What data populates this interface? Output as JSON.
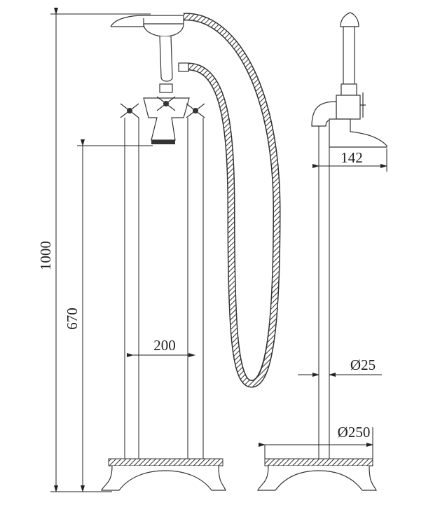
{
  "drawing": {
    "dimensions": {
      "total_height": "1000",
      "spout_height": "670",
      "pipe_spacing": "200",
      "spout_reach": "142",
      "pipe_diameter": "Ø25",
      "base_diameter": "Ø250"
    },
    "line_color": "#222222"
  }
}
